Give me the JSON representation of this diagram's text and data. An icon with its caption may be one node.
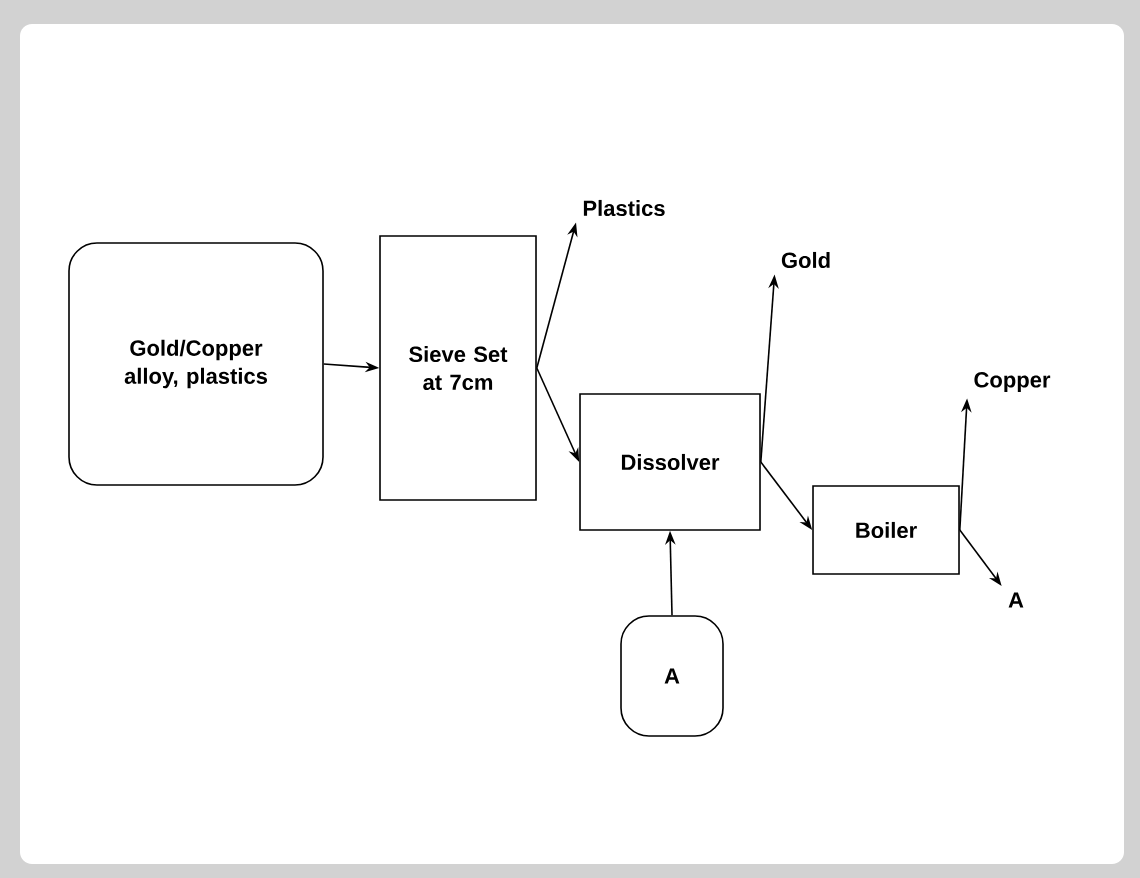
{
  "diagram": {
    "nodes": [
      {
        "text": [
          "Gold/Copper alloy, plastics"
        ]
      },
      {
        "text": [
          "Sieve Set at 7cm"
        ]
      },
      {
        "text": [
          "Plastics"
        ]
      },
      {
        "text": [
          "Dissolver"
        ]
      },
      {
        "text": [
          "Gold"
        ]
      },
      {
        "text": [
          "Boiler"
        ]
      },
      {
        "text": [
          "A"
        ]
      },
      {
        "text": [
          "Copper"
        ]
      },
      {
        "text": [
          "A"
        ]
      }
    ],
    "edges": [
      {
        "from": 0,
        "to": 1,
        "arrow": "to"
      },
      {
        "from": 1,
        "to": 2,
        "arrow": "to"
      },
      {
        "from": 1,
        "to": 3,
        "arrow": "to"
      },
      {
        "from": 3,
        "to": 4,
        "arrow": "to"
      },
      {
        "from": 3,
        "to": 5,
        "arrow": "to"
      },
      {
        "from": 6,
        "to": 3,
        "arrow": "to"
      },
      {
        "from": 5,
        "to": 7,
        "arrow": "to"
      },
      {
        "from": 5,
        "to": 8,
        "arrow": "to"
      }
    ]
  }
}
